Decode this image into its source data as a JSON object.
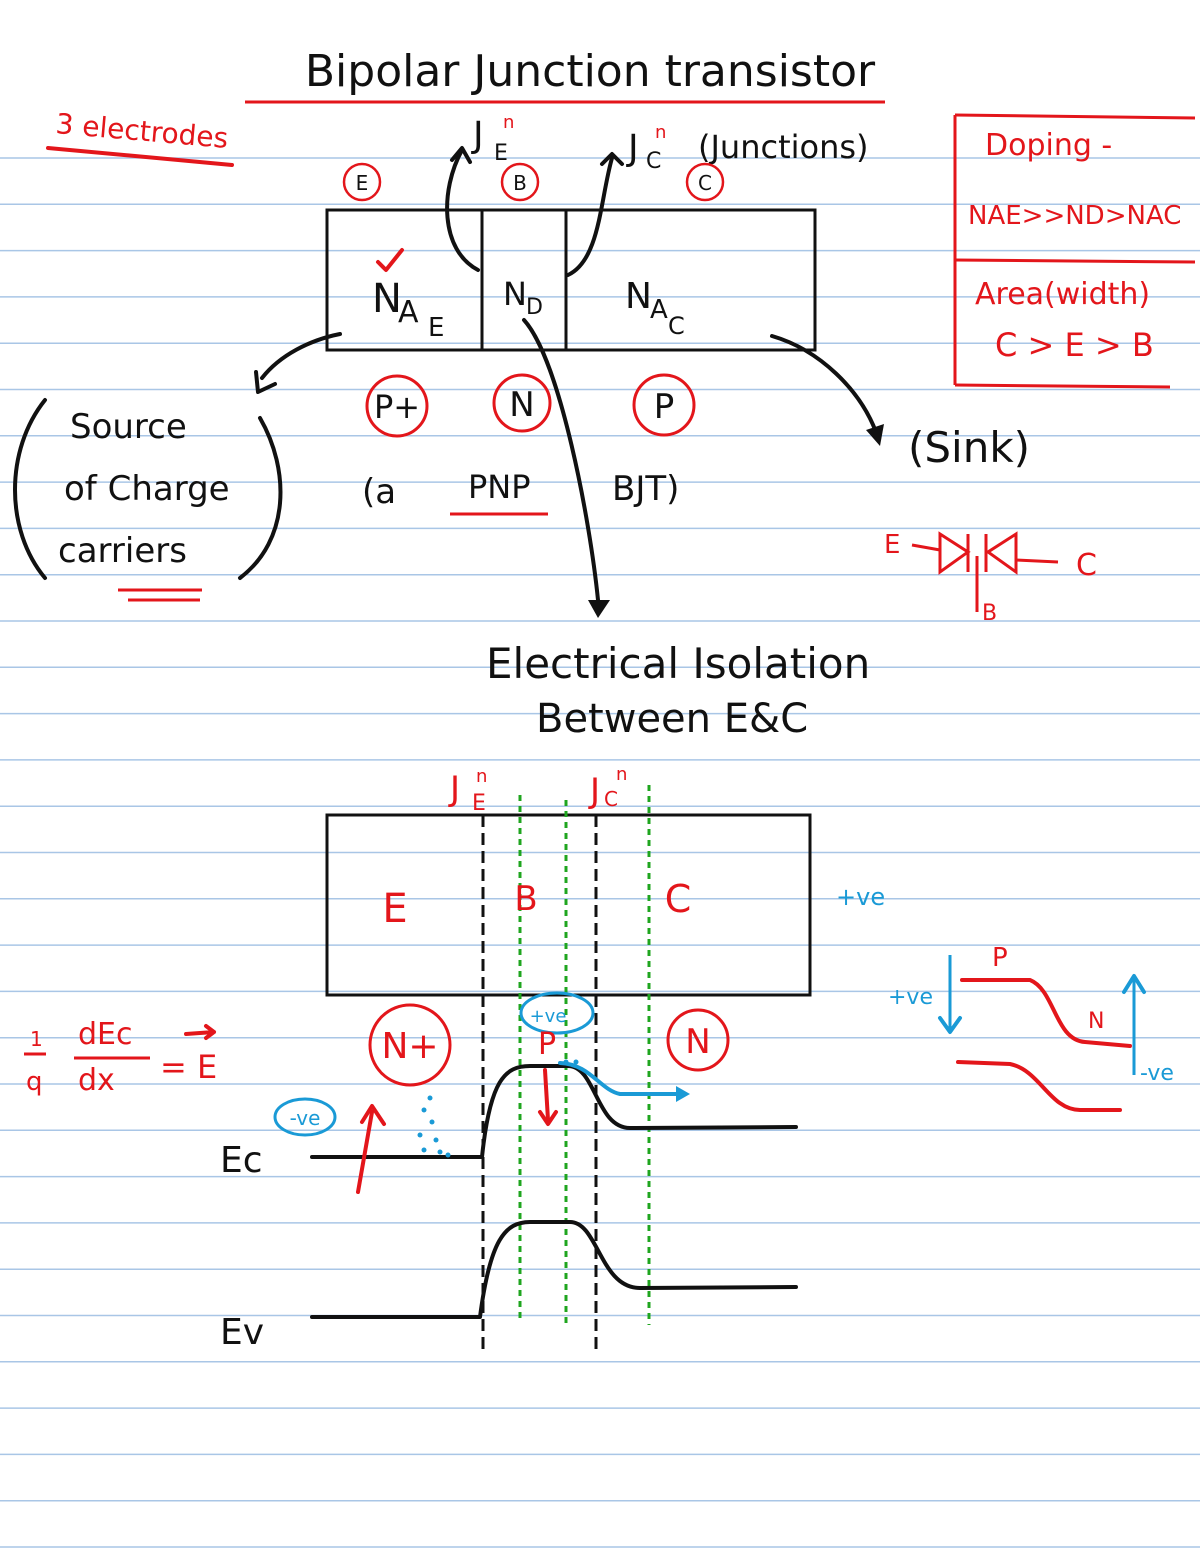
{
  "title": "Bipolar Junction transistor",
  "electrode_note": "3 electrodes",
  "junctions": {
    "je_base": "J",
    "je_sub": "E",
    "je_sup": "n",
    "jc_base": "J",
    "jc_sub": "C",
    "jc_sup": "n",
    "note": "(Junctions)"
  },
  "terminals": {
    "emitter": "E",
    "base": "B",
    "collector": "C"
  },
  "regions": {
    "emitter": {
      "main": "N",
      "sub": "A",
      "subsub": "E"
    },
    "base": {
      "main": "N",
      "sub": "D"
    },
    "collector": {
      "main": "N",
      "sub": "A",
      "subsub": "C"
    }
  },
  "types": {
    "emitter": "P+",
    "base": "N",
    "collector": "P"
  },
  "pnp_note": {
    "prefix": "(a",
    "highlight": "PNP",
    "suffix": "BJT)"
  },
  "source_note": [
    "Source",
    "of Charge",
    "carriers"
  ],
  "sink_note": "(Sink)",
  "doping_box": {
    "label": "Doping -",
    "relation": "NAE>>ND>NAC",
    "area_label": "Area(width)",
    "area_relation": "C > E > B"
  },
  "diode_symbol": {
    "emitter": "E",
    "collector": "C",
    "base": "B"
  },
  "isolation_note": [
    "Electrical Isolation",
    "Between E&C"
  ],
  "band_diagram": {
    "je_label": "J",
    "je_sub": "E",
    "je_sup": "n",
    "jc_label": "J",
    "jc_sub": "C",
    "jc_sup": "n",
    "regions": [
      "E",
      "B",
      "C"
    ],
    "types": [
      "N+",
      "P",
      "N"
    ],
    "ec_label": "Ec",
    "ev_label": "Ev",
    "pos_label": "+ve",
    "neg_label": "-ve",
    "base_pos_label": "+ve"
  },
  "field_equation": {
    "numerator": "1",
    "denominator": "q",
    "d_top": "dEc",
    "d_bottom": "dx",
    "result": "= E"
  },
  "side_sketch": {
    "p_label": "P",
    "n_label": "N",
    "pos_label": "+ve",
    "neg_label": "-ve"
  },
  "colors": {
    "ink": "#111111",
    "red": "#e3161b",
    "blue": "#1a9ad6",
    "green": "#1fa51f",
    "rule": "#a9c6e6"
  }
}
